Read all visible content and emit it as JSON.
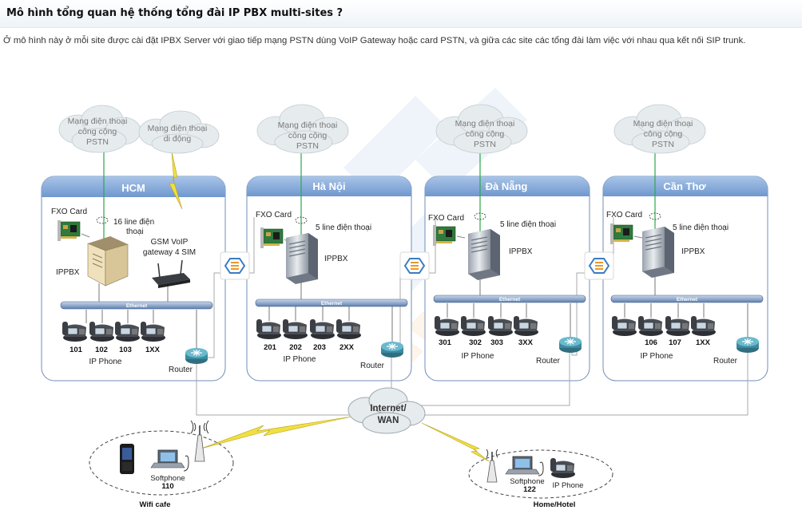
{
  "header": {
    "title": "Mô hình tổng quan hệ thống tổng đài IP PBX multi-sites ?",
    "intro": "Ở mô hình này ở mỗi site được cài đặt IPBX Server với giao tiếp mạng PSTN dùng VoIP Gateway hoặc card PSTN, và giữa các site các tổng đài làm việc với nhau qua kết nối SIP trunk."
  },
  "diagram": {
    "colors": {
      "site_header": "#7fa6d6",
      "cloud": "#e6ebee",
      "cloud_text": "#7a7a7a",
      "pstn_line": "#2aa84a",
      "trunk_line": "#aaaaaa",
      "lightning": "#f0e040"
    },
    "clouds": {
      "hcm_pstn": [
        "Mạng điện thoại",
        "công cộng",
        "PSTN"
      ],
      "hcm_mobile": [
        "Mạng điện thoại",
        "di động"
      ],
      "hanoi_pstn": [
        "Mạng điện thoại",
        "công cộng",
        "PSTN"
      ],
      "danang_pstn": [
        "Mạng điện thoại",
        "công cộng",
        "PSTN"
      ],
      "cantho_pstn": [
        "Mạng điện thoại",
        "công cộng",
        "PSTN"
      ],
      "internet": [
        "Internet/",
        "WAN"
      ]
    },
    "sites": {
      "hcm": {
        "name": "HCM",
        "fxo": "FXO Card",
        "lines": [
          "16 line điện",
          "thoại"
        ],
        "pbx": "IPPBX",
        "gsm": [
          "GSM VoIP",
          "gateway 4 SIM"
        ],
        "ethernet": "Ethernet",
        "phones": [
          "101",
          "102",
          "103",
          "1XX"
        ],
        "ipphone": "IP Phone",
        "router": "Router"
      },
      "hanoi": {
        "name": "Hà Nội",
        "fxo": "FXO Card",
        "lines": [
          "5 line điện thoại"
        ],
        "pbx": "IPPBX",
        "ethernet": "Ethernet",
        "phones": [
          "201",
          "202",
          "203",
          "2XX"
        ],
        "ipphone": "IP Phone",
        "router": "Router"
      },
      "danang": {
        "name": "Đà Nẵng",
        "fxo": "FXO Card",
        "lines": [
          "5 line điện thoại"
        ],
        "pbx": "IPPBX",
        "ethernet": "Ethernet",
        "phones": [
          "301",
          "302",
          "303",
          "3XX"
        ],
        "ipphone": "IP Phone",
        "router": "Router"
      },
      "cantho": {
        "name": "Cần Thơ",
        "fxo": "FXO Card",
        "lines": [
          "5 line điện thoại"
        ],
        "pbx": "IPPBX",
        "ethernet": "Ethernet",
        "phones": [
          "106",
          "107",
          "1XX"
        ],
        "ipphone": "IP Phone",
        "router": "Router"
      }
    },
    "remote": {
      "wifi": {
        "softphone": "Softphone",
        "ext": "110",
        "label": "Wifi cafe"
      },
      "home": {
        "softphone": "Softphone",
        "ext": "122",
        "ipphone": "IP Phone",
        "label": "Home/Hotel"
      }
    }
  }
}
